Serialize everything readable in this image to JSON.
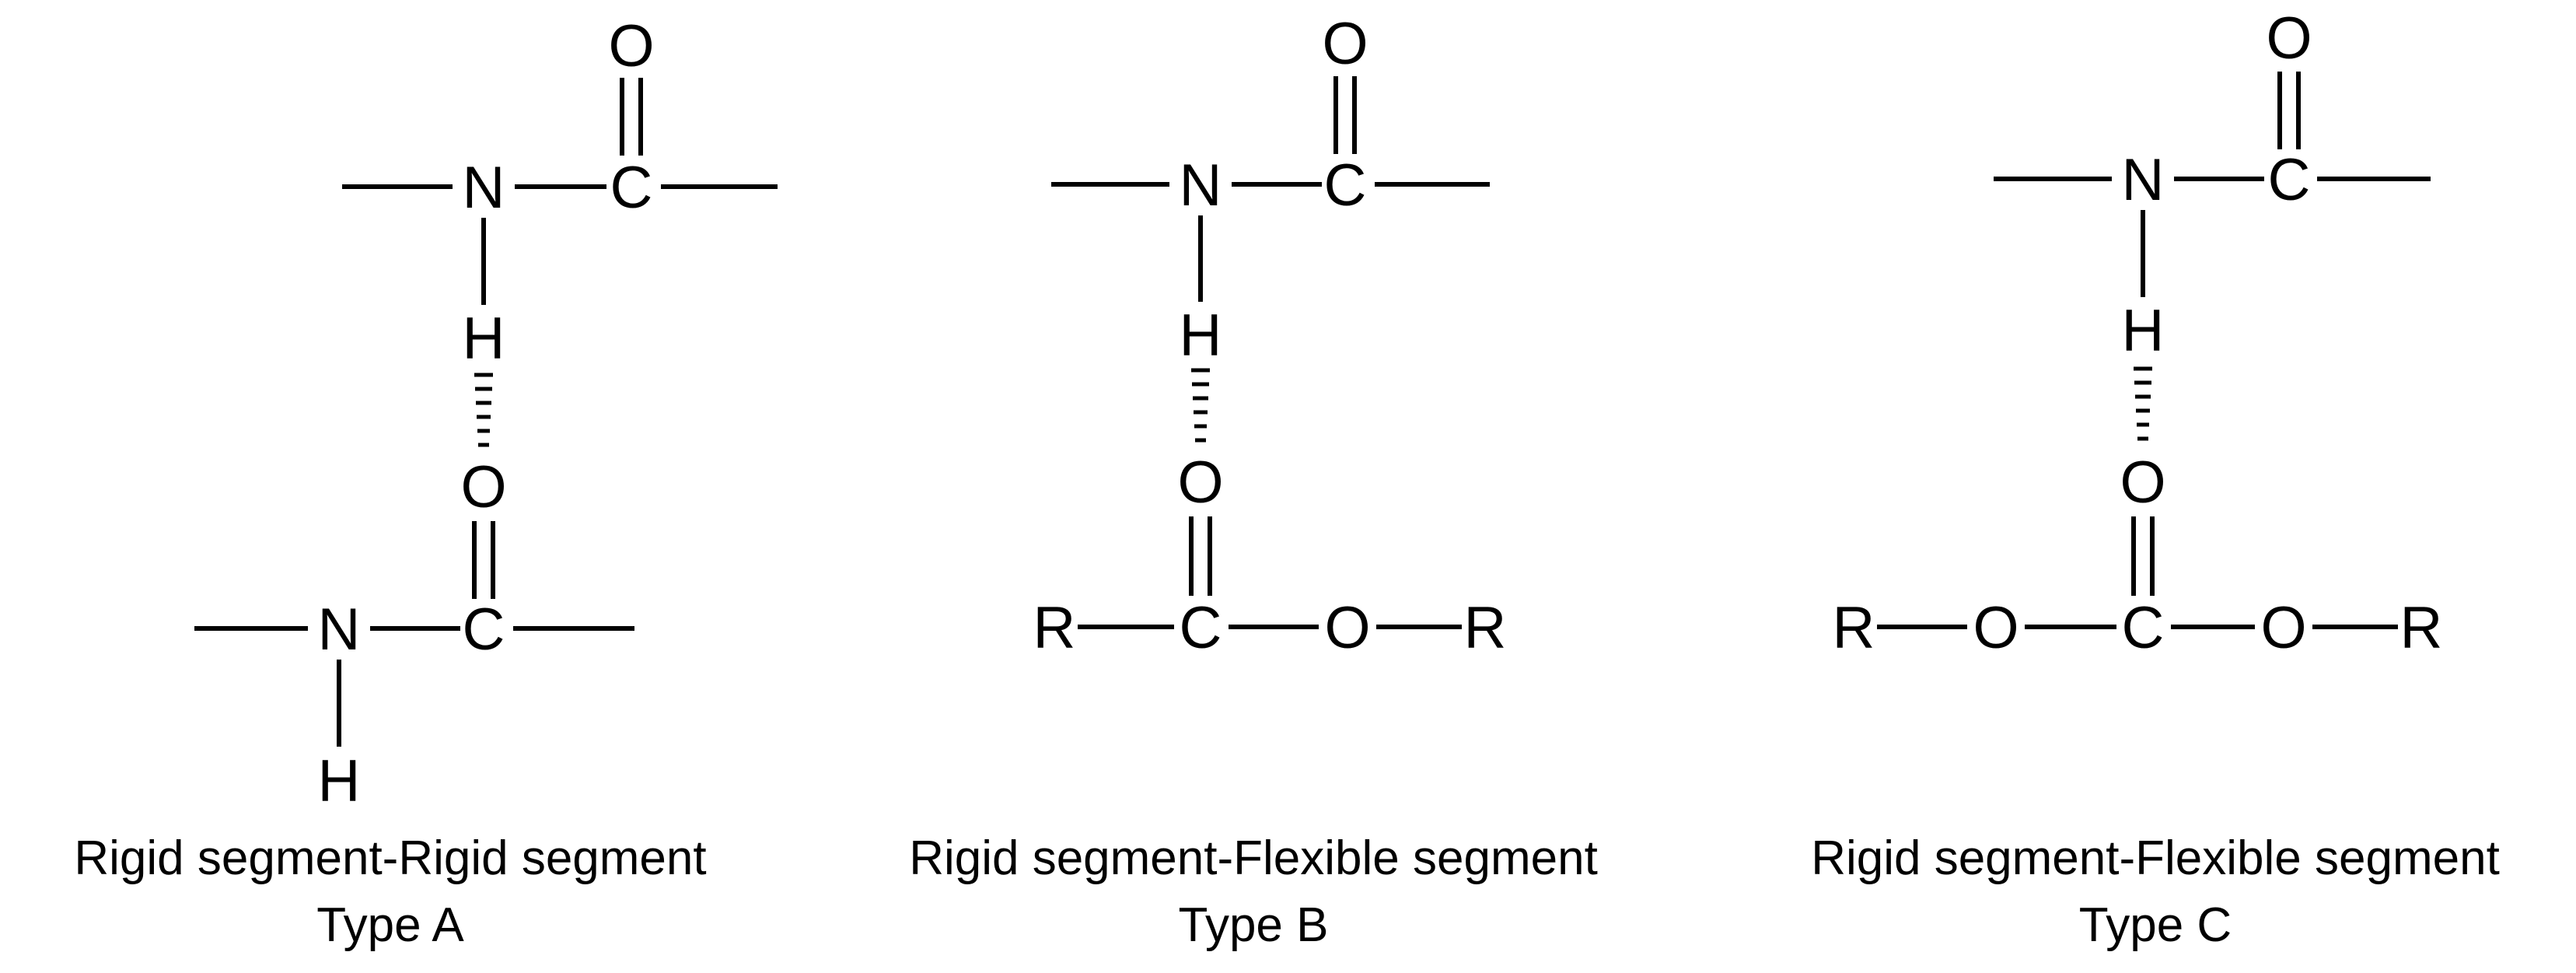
{
  "diagram": {
    "panels": [
      {
        "atoms": {
          "top_o": "O",
          "top_n": "N",
          "top_c": "C",
          "top_h": "H",
          "acc_o": "O",
          "bot_n": "N",
          "bot_c": "C",
          "bot_h": "H"
        },
        "caption": "Rigid segment-Rigid segment",
        "type_label": "Type A"
      },
      {
        "atoms": {
          "top_o": "O",
          "top_n": "N",
          "top_c": "C",
          "top_h": "H",
          "acc_o": "O",
          "r1": "R",
          "bot_c": "C",
          "ester_o": "O",
          "r2": "R"
        },
        "caption": "Rigid segment-Flexible segment",
        "type_label": "Type B"
      },
      {
        "atoms": {
          "top_o": "O",
          "top_n": "N",
          "top_c": "C",
          "top_h": "H",
          "acc_o": "O",
          "r1": "R",
          "ester_o1": "O",
          "bot_c": "C",
          "ester_o2": "O",
          "r2": "R"
        },
        "caption": "Rigid segment-Flexible segment",
        "type_label": "Type C"
      }
    ]
  }
}
